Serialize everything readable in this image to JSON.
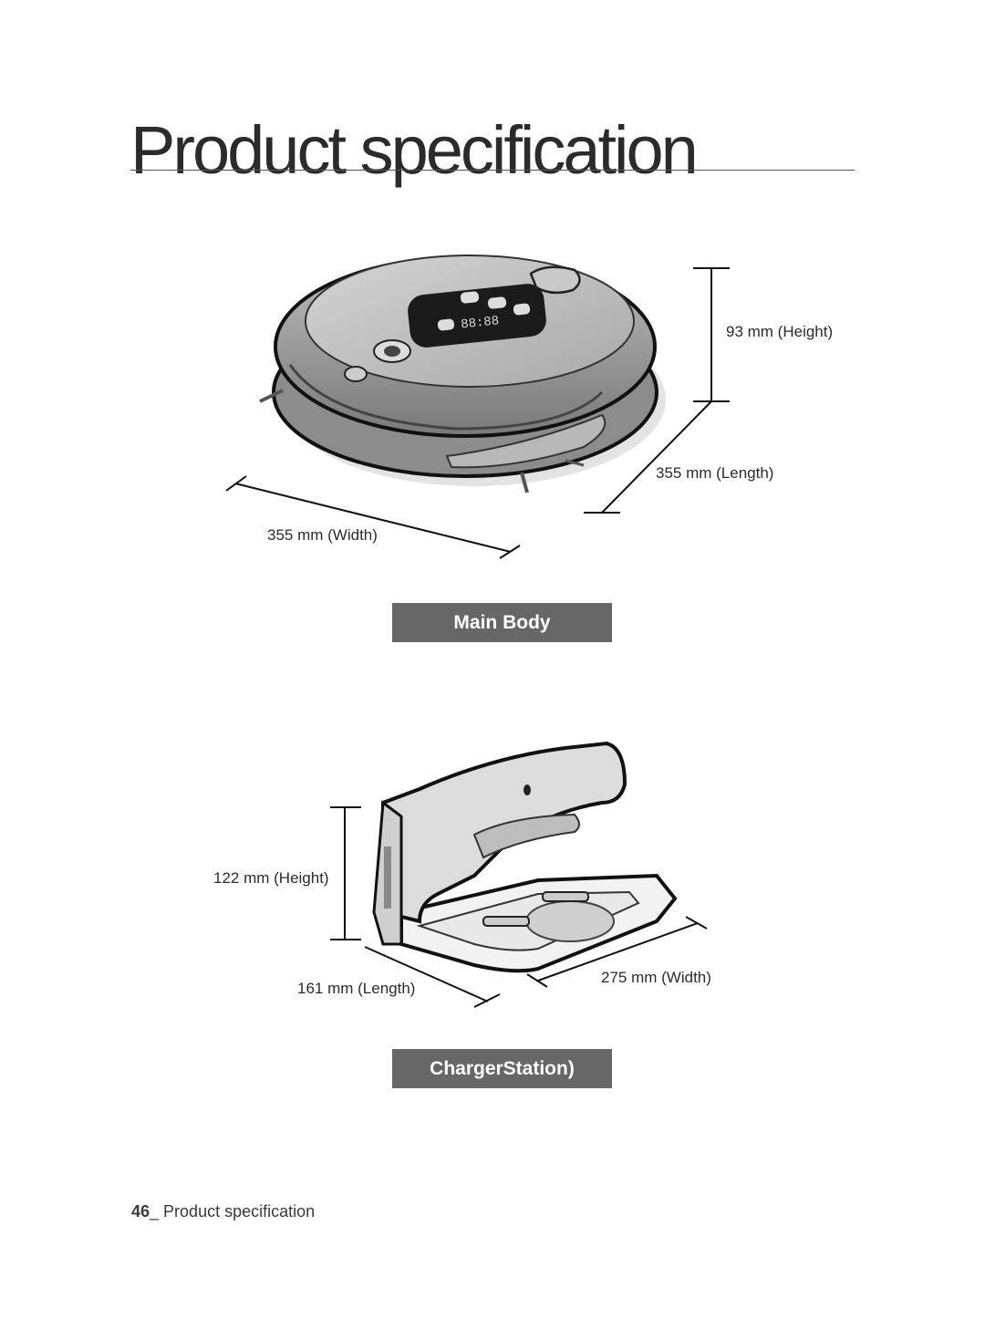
{
  "page": {
    "title": "Product specification"
  },
  "main_body": {
    "label": "Main Body",
    "dims": {
      "height": "93 mm (Height)",
      "length": "355 mm (Length)",
      "width": "355 mm (Width)"
    }
  },
  "charger": {
    "label": "ChargerStation)",
    "dims": {
      "height": "122 mm (Height)",
      "length": "161 mm (Length)",
      "width": "275 mm (Width)"
    }
  },
  "footer": {
    "page_number": "46",
    "separator": "_",
    "section": " Product specification"
  }
}
